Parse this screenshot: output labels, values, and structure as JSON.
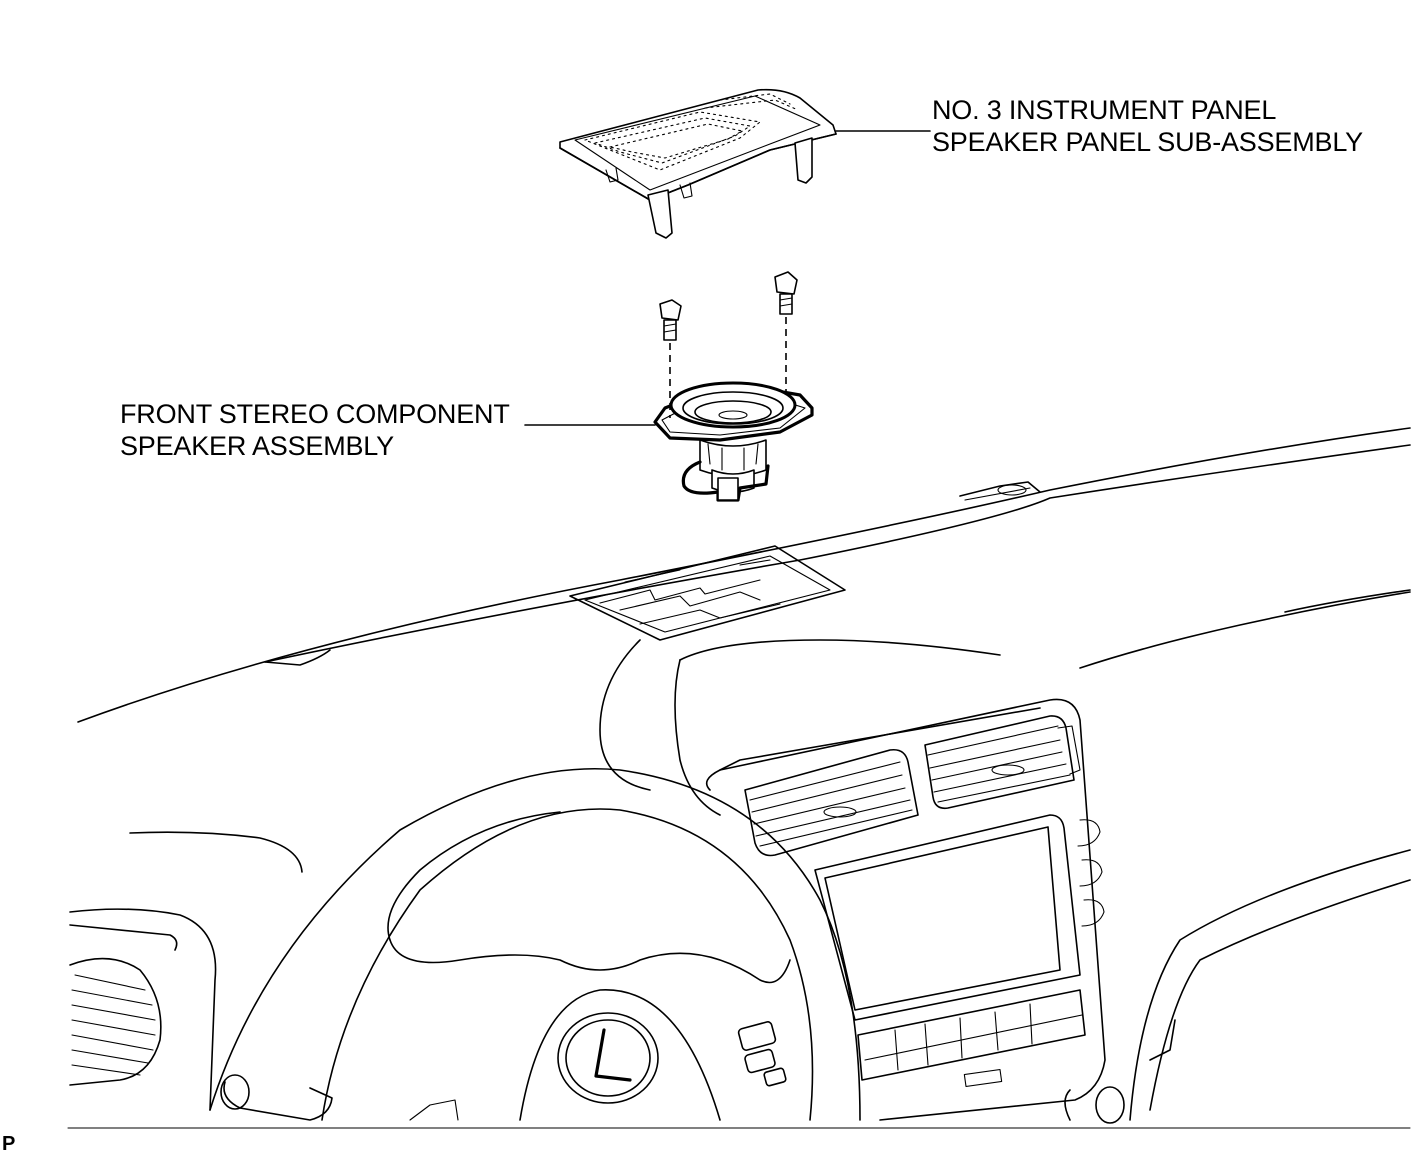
{
  "labels": {
    "panel": {
      "line1": "NO. 3 INSTRUMENT PANEL",
      "line2": "SPEAKER PANEL SUB-ASSEMBLY"
    },
    "speaker": {
      "line1": "FRONT STEREO COMPONENT",
      "line2": "SPEAKER ASSEMBLY"
    }
  },
  "figure_code": "P"
}
